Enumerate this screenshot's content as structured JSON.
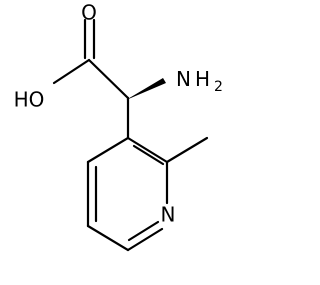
{
  "molecule": {
    "atoms": {
      "oxygen_carbonyl": "O",
      "hydroxyl": "HO",
      "amine_n": "N",
      "amine_h": "H",
      "amine_count": "2",
      "pyridine_n": "N"
    },
    "colors": {
      "ink": "#000000",
      "background": "#ffffff"
    }
  }
}
